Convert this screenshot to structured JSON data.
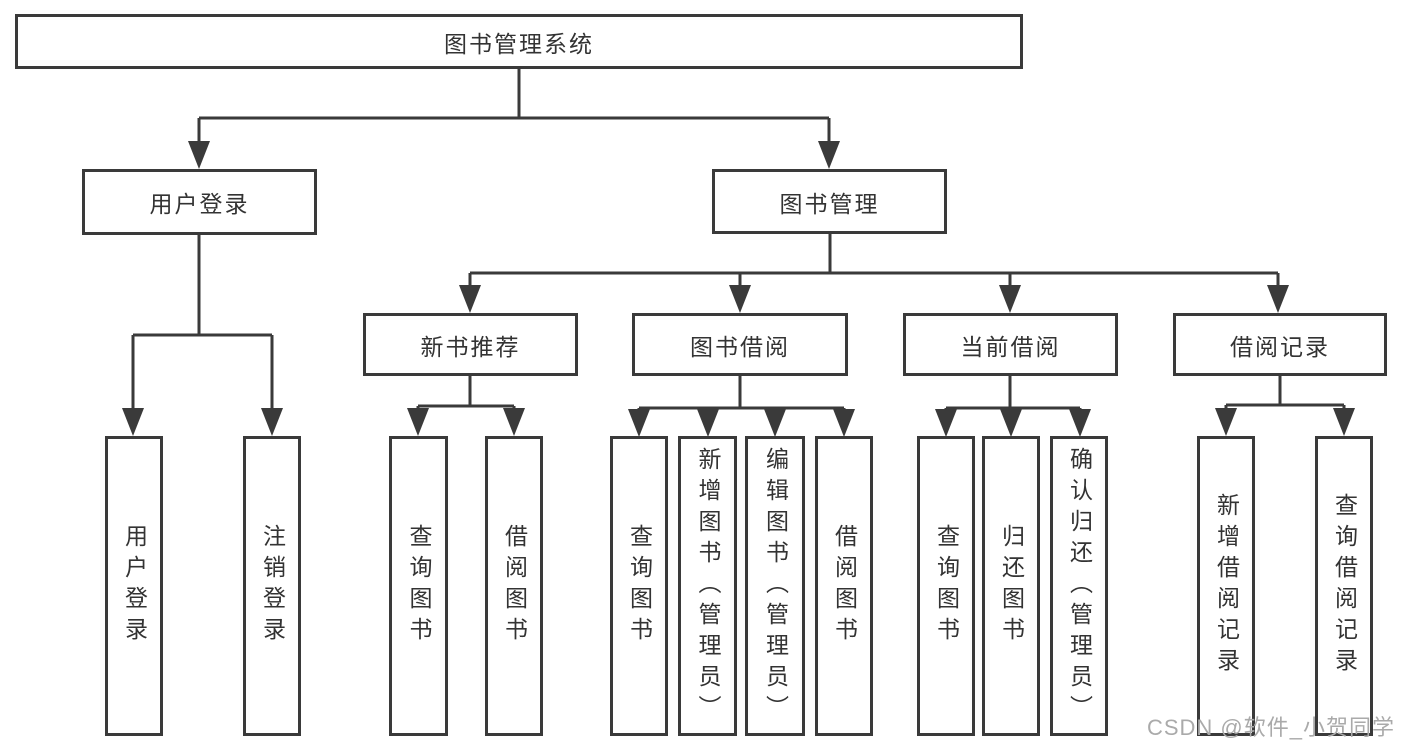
{
  "diagram_type": "hierarchy",
  "colors": {
    "line": "#3a3a3a",
    "box_border": "#3a3a3a",
    "text": "#333333",
    "watermark": "#aaaaaa",
    "background": "#ffffff"
  },
  "tree": {
    "label": "图书管理系统",
    "children": [
      {
        "label": "用户登录",
        "children": [
          {
            "label": "用户登录"
          },
          {
            "label": "注销登录"
          }
        ]
      },
      {
        "label": "图书管理",
        "children": [
          {
            "label": "新书推荐",
            "children": [
              {
                "label": "查询图书"
              },
              {
                "label": "借阅图书"
              }
            ]
          },
          {
            "label": "图书借阅",
            "children": [
              {
                "label": "查询图书"
              },
              {
                "label": "新增图书（管理员）"
              },
              {
                "label": "编辑图书（管理员）"
              },
              {
                "label": "借阅图书"
              }
            ]
          },
          {
            "label": "当前借阅",
            "children": [
              {
                "label": "查询图书"
              },
              {
                "label": "归还图书"
              },
              {
                "label": "确认归还（管理员）"
              }
            ]
          },
          {
            "label": "借阅记录",
            "children": [
              {
                "label": "新增借阅记录"
              },
              {
                "label": "查询借阅记录"
              }
            ]
          }
        ]
      }
    ]
  },
  "watermark": {
    "text": "CSDN @软件_小贺同学"
  }
}
